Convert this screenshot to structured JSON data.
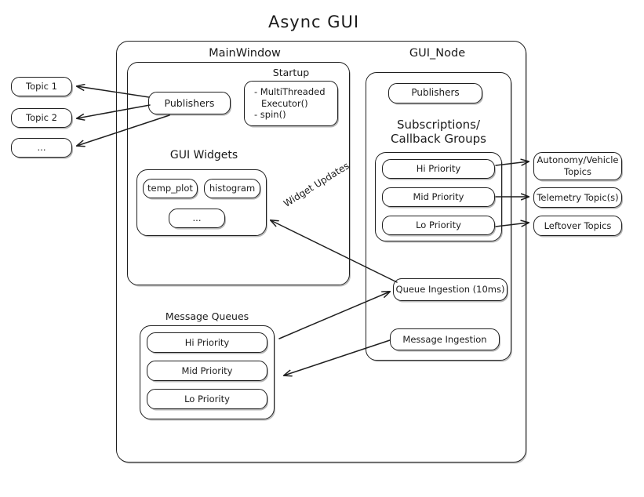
{
  "title": "Async GUI",
  "outer_frame": {
    "name": "async-gui-frame"
  },
  "main_window": {
    "label": "MainWindow",
    "publishers": {
      "label": "Publishers"
    },
    "startup": {
      "label": "Startup",
      "items": [
        {
          "prefix": "-",
          "line1": "MultiThreaded",
          "line2": "Executor()"
        },
        {
          "prefix": "-",
          "line1": "spin()",
          "line2": ""
        }
      ],
      "lines": [
        "- MultiThreaded",
        "Executor()",
        "- spin()"
      ]
    },
    "gui_widgets": {
      "label": "GUI Widgets",
      "widgets": [
        "temp_plot",
        "histogram",
        "..."
      ]
    }
  },
  "gui_node": {
    "label": "GUI_Node",
    "publishers": {
      "label": "Publishers"
    },
    "subscriptions": {
      "label_line1": "Subscriptions/",
      "label_line2": "Callback Groups",
      "groups": [
        "Hi Priority",
        "Mid Priority",
        "Lo Priority"
      ]
    },
    "queue_ingestion": {
      "label": "Queue Ingestion (10ms)"
    },
    "message_ingestion": {
      "label": "Message Ingestion"
    }
  },
  "message_queues": {
    "label": "Message Queues",
    "queues": [
      "Hi Priority",
      "Mid Priority",
      "Lo Priority"
    ]
  },
  "left_topics": [
    "Topic 1",
    "Topic 2",
    "..."
  ],
  "right_topics": [
    {
      "line1": "Autonomy/Vehicle",
      "line2": "Topics"
    },
    {
      "line1": "Telemetry Topic(s)",
      "line2": ""
    },
    {
      "line1": "Leftover Topics",
      "line2": ""
    }
  ],
  "edge_labels": {
    "widget_updates": "Widget Updates"
  },
  "colors": {
    "stroke": "#1f1f1f",
    "background": "#ffffff",
    "text": "#1b1b1b",
    "shadow": "rgba(90,90,90,0.45)"
  }
}
